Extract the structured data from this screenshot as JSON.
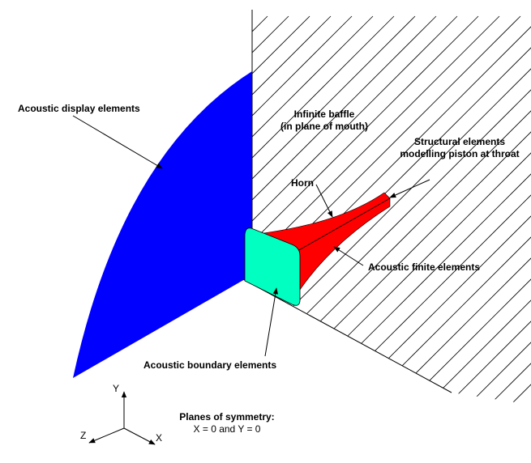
{
  "labels": {
    "display": "Acoustic display elements",
    "baffle_1": "Infinite baffle",
    "baffle_2": "(in plane of mouth)",
    "structural_1": "Structural elements",
    "structural_2": "modelling piston at throat",
    "horn": "Horn",
    "fe": "Acoustic finite elements",
    "be": "Acoustic boundary elements",
    "symmetry_1": "Planes of symmetry:",
    "symmetry_2": "X = 0 and Y = 0"
  },
  "axes": {
    "x": "X",
    "y": "Y",
    "z": "Z"
  },
  "colors": {
    "display": "#0000ff",
    "horn": "#ff0000",
    "boundary": "#00ffc0"
  }
}
